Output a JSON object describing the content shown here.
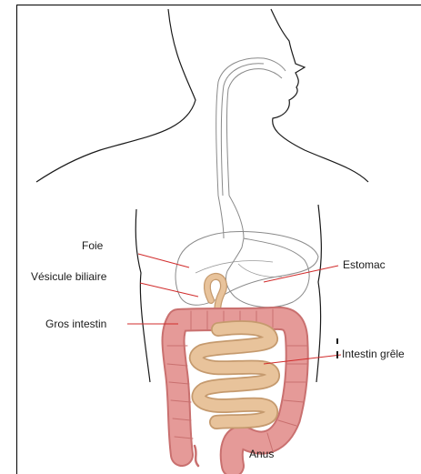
{
  "labels": {
    "foie": "Foie",
    "vesicule": "Vésicule biliaire",
    "gros_intestin": "Gros intestin",
    "estomac": "Estomac",
    "intestin_grele": "Intestin grêle",
    "anus": "Anus"
  },
  "colors": {
    "outline": "#1a1a1a",
    "organ_outline": "#8a8a8a",
    "large_intestine": "#e59a98",
    "large_intestine_shade": "#c9706f",
    "small_intestine": "#e8c39b",
    "small_intestine_shade": "#c59a6e",
    "leader_line": "#d12d2d"
  }
}
